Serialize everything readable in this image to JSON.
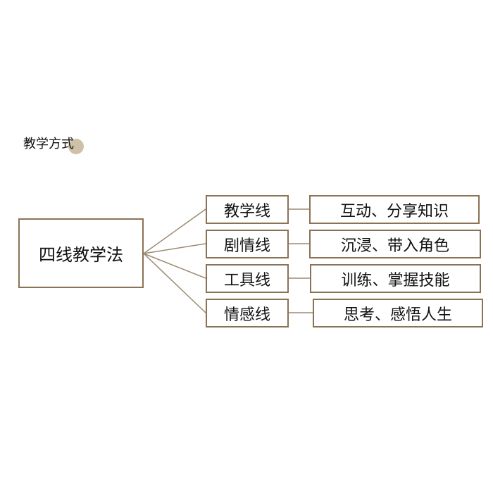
{
  "heading": "教学方式",
  "colors": {
    "border": "#8a7355",
    "connector": "#9c8a72",
    "accent_dot": "#cfc1a8"
  },
  "diagram": {
    "root": "四线教学法",
    "branches": [
      {
        "label": "教学线",
        "detail": "互动、分享知识"
      },
      {
        "label": "剧情线",
        "detail": "沉浸、带入角色"
      },
      {
        "label": "工具线",
        "detail": "训练、掌握技能"
      },
      {
        "label": "情感线",
        "detail": "思考、感悟人生"
      }
    ]
  }
}
